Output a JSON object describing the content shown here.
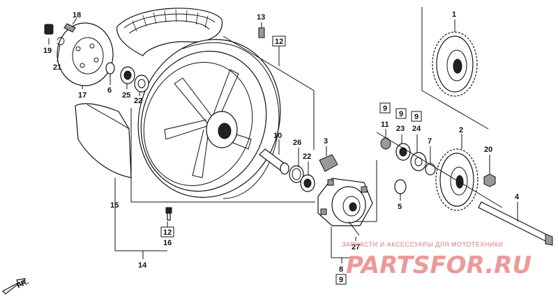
{
  "labels": {
    "p1": "1",
    "p2": "2",
    "p3": "3",
    "p4": "4",
    "p5": "5",
    "p6": "6",
    "p7": "7",
    "p8": "8",
    "p9a": "9",
    "p9b": "9",
    "p9c": "9",
    "p9d": "9",
    "p10": "10",
    "p11": "11",
    "p12a": "12",
    "p12b": "12",
    "p13": "13",
    "p14": "14",
    "p15": "15",
    "p16": "16",
    "p17": "17",
    "p18": "18",
    "p19": "19",
    "p20": "20",
    "p21": "21",
    "p22a": "22",
    "p22b": "22",
    "p23": "23",
    "p24": "24",
    "p25": "25",
    "p26": "26",
    "p27": "27"
  },
  "direction_arrow_label": "FR.",
  "watermark": {
    "tagline": "ЗАПЧАСТИ И АКСЕССУАРЫ ДЛЯ МОТОТЕХНИКИ",
    "logo": "PARTSFOR.RU",
    "color": "#ee9999"
  }
}
